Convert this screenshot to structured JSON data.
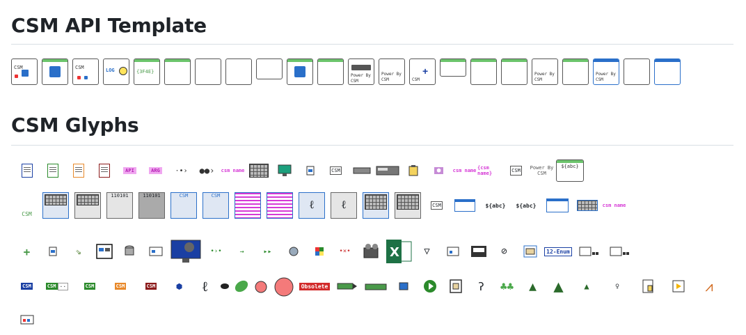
{
  "headings": {
    "api_template": "CSM API Template",
    "glyphs": "CSM Glyphs"
  },
  "labels": {
    "csm": "CSM",
    "log": "LOG",
    "hex": "{3F4E}",
    "power_by_csm": "Power By CSM",
    "api": "API",
    "arg": "ARG",
    "csm_name": "csm name",
    "csm_name_braced": "{csm name}",
    "abc": "${abc}",
    "enum": "12-Enum",
    "obsolete": "Obsolete",
    "bits": "110101"
  },
  "colors": {
    "green_band": "#6cc46c",
    "blue_frame": "#2a6fc9",
    "csm_navy": "#1a3fa3",
    "csm_green": "#2b8a2b",
    "csm_orange": "#e8892a",
    "csm_maroon": "#8b1a1a",
    "magenta": "#d63ad6",
    "red_obsolete": "#d22b2b"
  }
}
